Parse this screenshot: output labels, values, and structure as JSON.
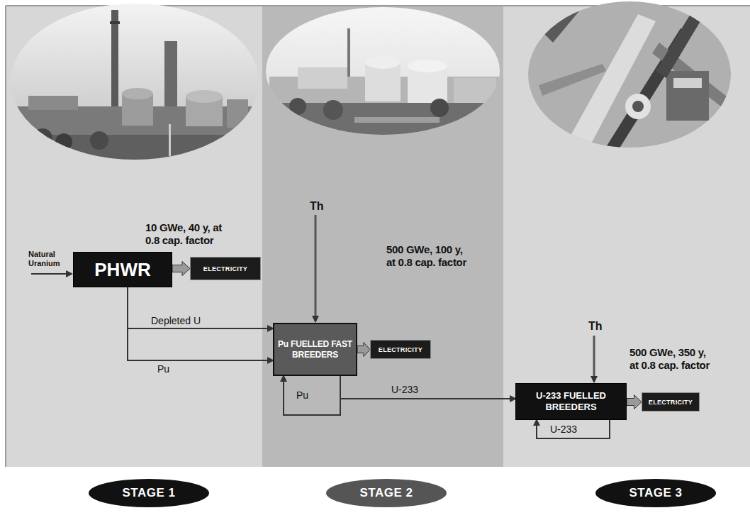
{
  "diagram": {
    "nodes": [
      {
        "text": [
          "PHWR"
        ]
      },
      {
        "text": [
          "ELECTRICITY"
        ]
      },
      {
        "text": [
          "Pu FUELLED FAST BREEDERS"
        ]
      },
      {
        "text": [
          "ELECTRICITY"
        ]
      },
      {
        "text": [
          "U-233 FUELLED BREEDERS"
        ]
      },
      {
        "text": [
          "ELECTRICITY"
        ]
      },
      {
        "text": [
          "STAGE 1"
        ]
      },
      {
        "text": [
          "STAGE 2"
        ]
      },
      {
        "text": [
          "STAGE 3"
        ]
      }
    ],
    "edges": [
      {
        "from": 0,
        "to": 1,
        "arrow": "to"
      },
      {
        "from": 0,
        "to": 2,
        "label": "Depleted U",
        "arrow": "to"
      },
      {
        "from": 0,
        "to": 2,
        "label": "Pu",
        "arrow": "to"
      },
      {
        "from": 2,
        "to": 3,
        "arrow": "to"
      },
      {
        "from": 2,
        "to": 2,
        "label": "Pu",
        "arrow": "to"
      },
      {
        "from": 2,
        "to": 4,
        "label": "U-233",
        "arrow": "to"
      },
      {
        "from": 4,
        "to": 4,
        "label": "U-233",
        "arrow": "to"
      },
      {
        "from": 4,
        "to": 5,
        "arrow": "to"
      }
    ],
    "labels": [
      "Natural Uranium",
      "10 GWe, 40 y, at 0.8 cap. factor",
      "Th",
      "500 GWe, 100 y, at 0.8 cap. factor",
      "Th",
      "500 GWe, 350 y, at 0.8 cap. factor"
    ]
  }
}
